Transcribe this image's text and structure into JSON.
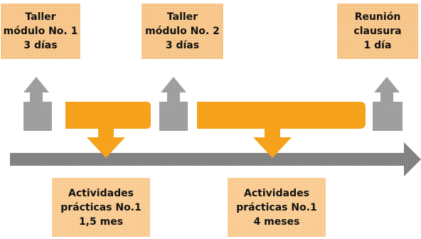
{
  "top_boxes": [
    {
      "text": "Taller\nmódulo No. 1\n3 días"
    },
    {
      "text": "Taller\nmódulo No. 2\n3 días"
    },
    {
      "text": "Reunión\nclausura\n1 día"
    }
  ],
  "bottom_boxes": [
    {
      "text": "Actividades\nprácticas No.1\n1,5 mes"
    },
    {
      "text": "Actividades\nprácticas No.1\n4 meses"
    }
  ],
  "colors": {
    "box_fill": "#f6bf7c",
    "activity_bar": "#f7a21b",
    "up_arrow": "#9a9a9a",
    "timeline": "#7f7f7f"
  },
  "icons": [
    "up-arrow-icon",
    "down-arrow-icon",
    "timeline-arrow"
  ]
}
